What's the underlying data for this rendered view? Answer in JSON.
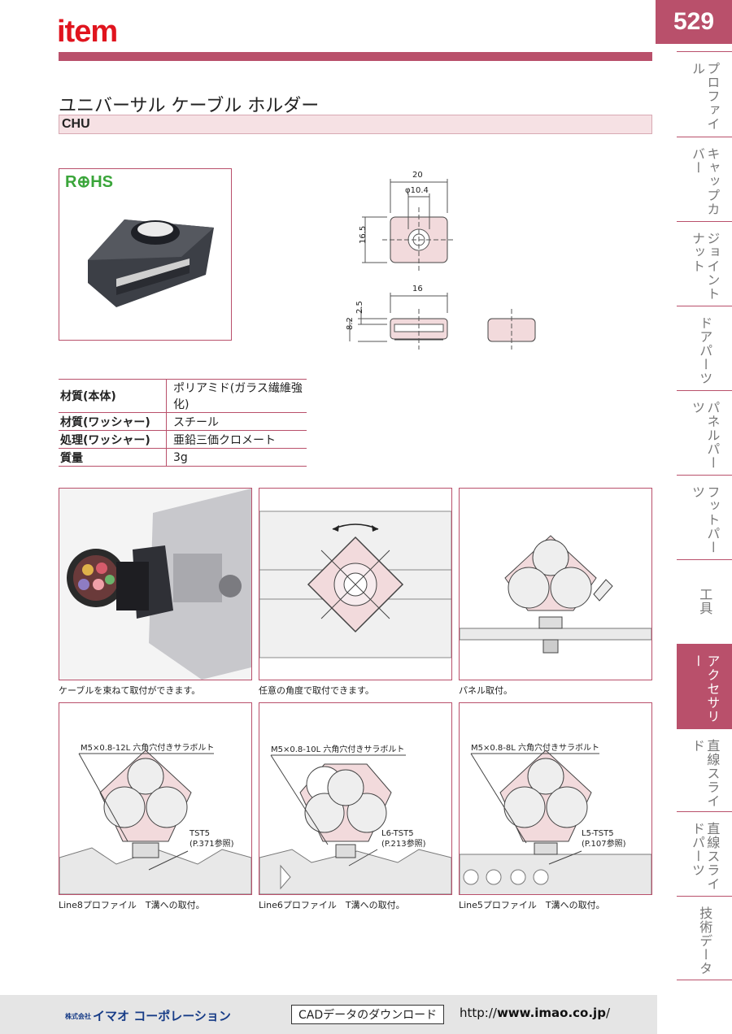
{
  "header": {
    "logo": "item",
    "page_number": "529"
  },
  "product": {
    "title": "ユニバーサル ケーブル ホルダー",
    "code": "CHU",
    "badge": "R⊕HS"
  },
  "dimensions": {
    "top": {
      "width": "20",
      "bore": "φ10.4",
      "height": "16.5"
    },
    "side": {
      "width": "16",
      "thin": "2.5",
      "height": "8.2"
    }
  },
  "specs": [
    {
      "key": "材質(本体)",
      "value": "ポリアミド(ガラス繊維強化)"
    },
    {
      "key": "材質(ワッシャー)",
      "value": "スチール"
    },
    {
      "key": "処理(ワッシャー)",
      "value": "亜鉛三価クロメート"
    },
    {
      "key": "質量",
      "value": "3g"
    }
  ],
  "panels": [
    {
      "caption": "ケーブルを束ねて取付ができます。"
    },
    {
      "caption": "任意の角度で取付できます。"
    },
    {
      "caption": "パネル取付。"
    },
    {
      "caption": "Line8プロファイル　T溝への取付。",
      "bolt": "M5×0.8-12L 六角穴付きサラボルト",
      "nut": "TST5",
      "ref": "(P.371参照)"
    },
    {
      "caption": "Line6プロファイル　T溝への取付。",
      "bolt": "M5×0.8-10L 六角穴付きサラボルト",
      "nut": "L6-TST5",
      "ref": "(P.213参照)"
    },
    {
      "caption": "Line5プロファイル　T溝への取付。",
      "bolt": "M5×0.8-8L 六角穴付きサラボルト",
      "nut": "L5-TST5",
      "ref": "(P.107参照)"
    }
  ],
  "tabs": [
    {
      "label": "プロファイル"
    },
    {
      "label": "キャップカバー"
    },
    {
      "label": "ジョイントナット"
    },
    {
      "label": "ドアパーツ"
    },
    {
      "label": "パネルパーツ"
    },
    {
      "label": "フットパーツ"
    },
    {
      "label": "工具"
    },
    {
      "label": "アクセサリー"
    },
    {
      "label": "直線スライド"
    },
    {
      "label": "直線スライドパーツ"
    },
    {
      "label": "技術データ"
    }
  ],
  "footer": {
    "company_small": "株式会社",
    "company": "イマオ コーポレーション",
    "cad_label": "CADデータのダウンロード",
    "url_prefix": "http://",
    "url_domain": "www.imao.co.jp",
    "url_suffix": "/"
  },
  "colors": {
    "accent": "#b9506b",
    "logo_red": "#e0141e",
    "part_fill": "#f2dadc"
  }
}
